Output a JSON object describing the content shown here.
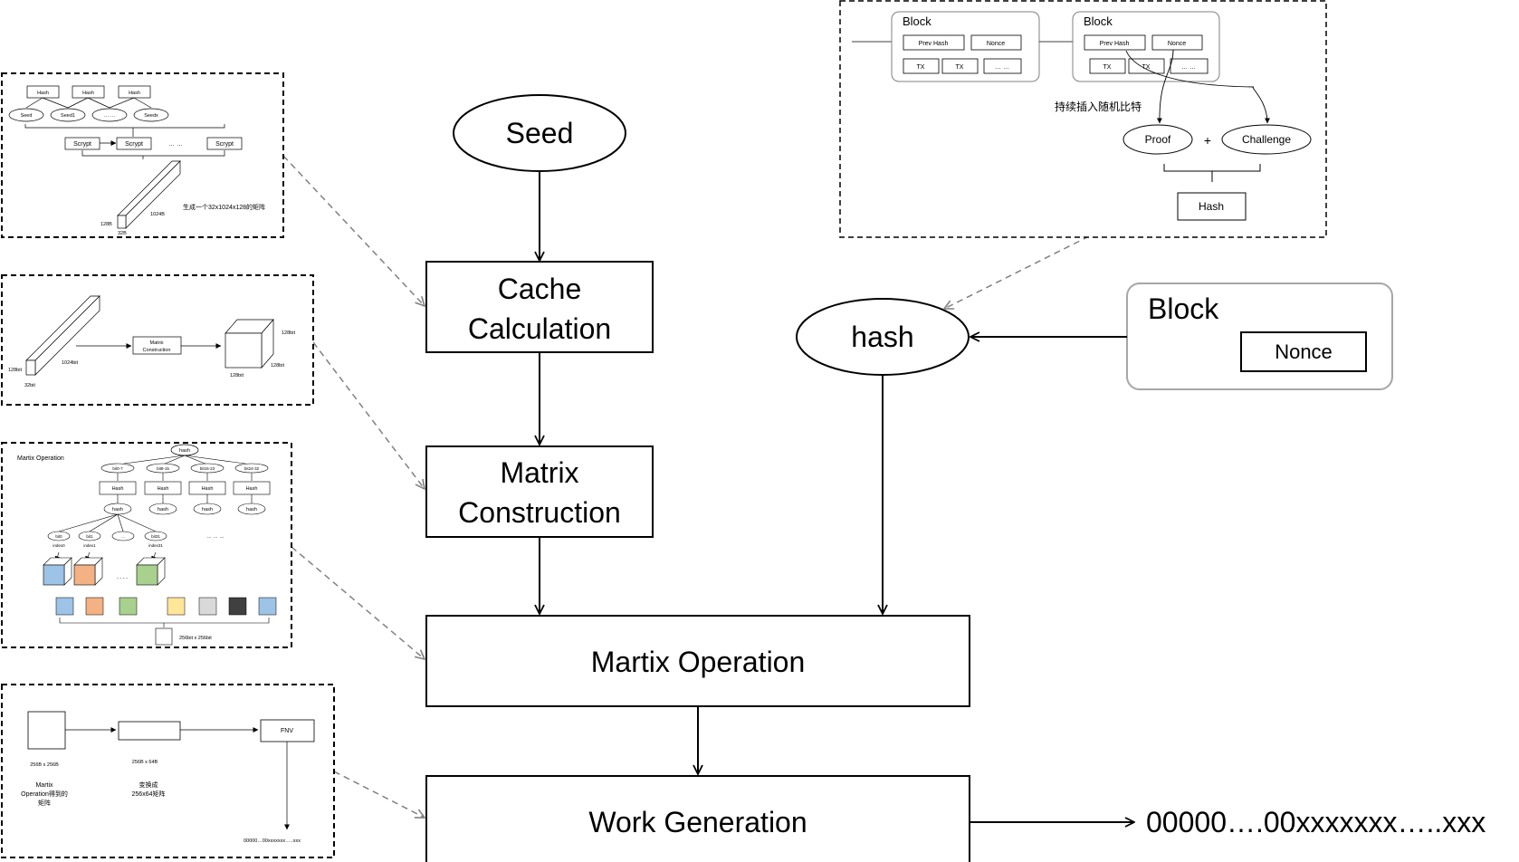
{
  "main": {
    "seed": "Seed",
    "cache_calculation": [
      "Cache",
      "Calculation"
    ],
    "matrix_construction": [
      "Matrix",
      "Construction"
    ],
    "martix_operation": "Martix Operation",
    "work_generation": "Work Generation",
    "hash": "hash",
    "block_label": "Block",
    "nonce": "Nonce",
    "result": "00000….00xxxxxxx…..xxx"
  },
  "panel_cache": {
    "hash": "Hash",
    "seeds": [
      "Seed",
      "Seed1",
      "… …",
      "Seedx"
    ],
    "scrypt": "Scrypt",
    "dots": "… …",
    "dim_1024": "1024B",
    "dim_128": "128B",
    "dim_32": "32B",
    "caption": "生成一个32x1024x128的矩阵"
  },
  "panel_matrix": {
    "matrix_box": [
      "Matrix",
      "Construction"
    ],
    "dim_128bit": "128bit",
    "dim_1024bit": "1024bit",
    "dim_32bit": "32bit"
  },
  "panel_operation": {
    "title": "Martix Operation",
    "root": "hash",
    "bit_ranges": [
      "bit0-7",
      "bit8-15",
      "bit16-23",
      "bit24-32"
    ],
    "hash_box": "Hash",
    "hash_node": "hash",
    "bits": [
      "bit0",
      "bit1",
      "…",
      "bit31"
    ],
    "index_labels": [
      "index0",
      "index1",
      "index31"
    ],
    "dots": "… … …",
    "result": "256bit x 256bit"
  },
  "panel_work": {
    "label_256": "256B x 256B",
    "label_256x64": "256B x 64B",
    "matrix_caption": [
      "Martix",
      "Operation得到的",
      "矩阵"
    ],
    "transform_caption": [
      "变换成",
      "256x64矩阵"
    ],
    "fnv": "FNV",
    "output": "00000…00xxxxxxx…..xxx"
  },
  "panel_pow": {
    "block": "Block",
    "prev_hash": "Prev Hash",
    "nonce": "Nonce",
    "tx": "TX",
    "dots": "… …",
    "insert_caption": "持续插入随机比特",
    "proof": "Proof",
    "plus": "+",
    "challenge": "Challenge",
    "hash": "Hash"
  },
  "colors": {
    "stroke": "#000000",
    "dashed_connector": "#808080",
    "block_border": "#a6a6a6",
    "tile_blue": "#9dc3e6",
    "tile_orange": "#f4b183",
    "tile_green": "#a9d18e",
    "tile_yellow": "#ffe699",
    "tile_gray": "#d9d9d9",
    "tile_dark": "#404040"
  }
}
